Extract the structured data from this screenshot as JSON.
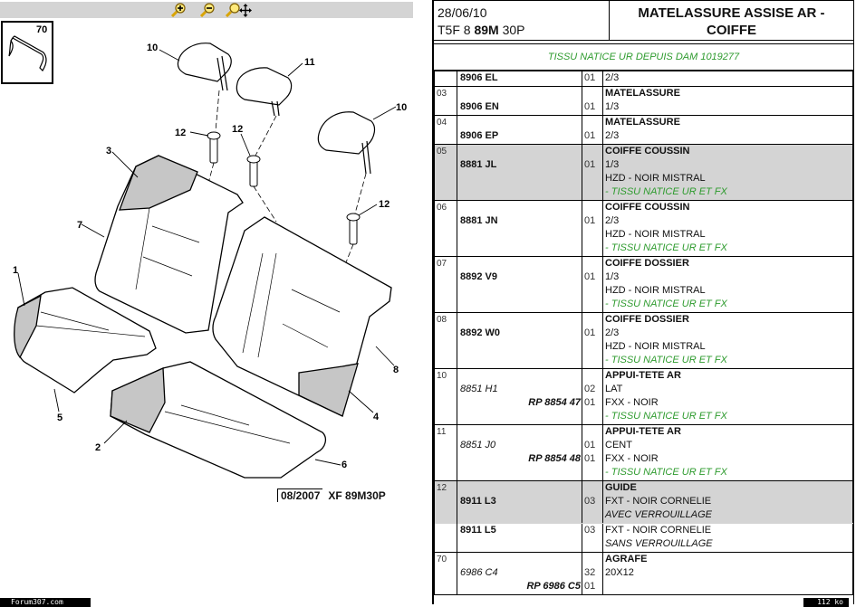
{
  "toolbar": {
    "icons": [
      "zoom-in-icon",
      "zoom-out-icon",
      "zoom-pan-icon"
    ]
  },
  "diagram": {
    "inset_label": "70",
    "callouts": [
      "10",
      "11",
      "12",
      "12",
      "12",
      "10",
      "3",
      "7",
      "1",
      "5",
      "2",
      "6",
      "4",
      "8"
    ],
    "date_ref": "08/2007",
    "model_ref": "XF 89M30P"
  },
  "footer": {
    "forum": "Forum307.com",
    "size": "112 ko"
  },
  "header": {
    "date": "28/06/10",
    "code_prefix": "T5F 8 ",
    "code_bold": "89M",
    "code_suffix": " 30P",
    "title_line1": "MATELASSURE ASSISE AR -",
    "title_line2": "COIFFE"
  },
  "banner": "TISSU NATICE UR DEPUIS DAM 1019277",
  "colors": {
    "green": "#2e9b2e",
    "grey_row": "#d4d4d4"
  },
  "rows": [
    {
      "num": "",
      "ref": "8906 EL",
      "qty": "01",
      "lines": [
        "2/3"
      ]
    },
    {
      "num": "03",
      "ref": "8906 EN",
      "qty": "01",
      "title": "MATELASSURE",
      "lines": [
        "1/3"
      ]
    },
    {
      "num": "04",
      "ref": "8906 EP",
      "qty": "01",
      "title": "MATELASSURE",
      "lines": [
        "2/3"
      ]
    },
    {
      "num": "05",
      "ref": "8881 JL",
      "qty": "01",
      "title": "COIFFE COUSSIN",
      "lines": [
        "1/3",
        "HZD - NOIR MISTRAL"
      ],
      "note": "- TISSU NATICE UR ET FX"
    },
    {
      "num": "06",
      "ref": "8881 JN",
      "qty": "01",
      "title": "COIFFE COUSSIN",
      "lines": [
        "2/3",
        "HZD - NOIR MISTRAL"
      ],
      "note": "- TISSU NATICE UR ET FX"
    },
    {
      "num": "07",
      "ref": "8892 V9",
      "qty": "01",
      "title": "COIFFE DOSSIER",
      "lines": [
        "1/3",
        "HZD - NOIR MISTRAL"
      ],
      "note": "- TISSU NATICE UR ET FX"
    },
    {
      "num": "08",
      "ref": "8892 W0",
      "qty": "01",
      "title": "COIFFE DOSSIER",
      "lines": [
        "2/3",
        "HZD - NOIR MISTRAL"
      ],
      "note": "- TISSU NATICE UR ET FX"
    },
    {
      "num": "10",
      "ref": "8851 H1",
      "qty": "02",
      "rp": "RP 8854 47",
      "rp_qty": "01",
      "title": "APPUI-TETE AR",
      "lines": [
        "LAT",
        "FXX - NOIR"
      ],
      "note": "- TISSU NATICE UR ET FX"
    },
    {
      "num": "11",
      "ref": "8851 J0",
      "qty": "01",
      "rp": "RP 8854 48",
      "rp_qty": "01",
      "title": "APPUI-TETE AR",
      "lines": [
        "CENT",
        "FXX - NOIR"
      ],
      "note": "- TISSU NATICE UR ET FX"
    },
    {
      "num": "12",
      "ref": "8911 L3",
      "qty": "03",
      "title": "GUIDE",
      "lines": [
        "FXT - NOIR CORNELIE"
      ],
      "italic": "AVEC VERROUILLAGE",
      "ref2": "8911 L5",
      "qty2": "03",
      "lines2": [
        "FXT - NOIR CORNELIE"
      ],
      "italic2": "SANS VERROUILLAGE"
    },
    {
      "num": "70",
      "ref": "6986 C4",
      "qty": "32",
      "rp": "RP 6986 C5",
      "rp_qty": "01",
      "title": "AGRAFE",
      "lines": [
        "20X12"
      ]
    }
  ]
}
